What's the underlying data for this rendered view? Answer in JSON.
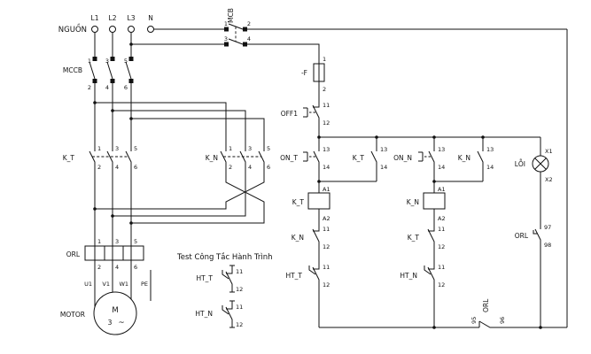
{
  "source": {
    "label": "NGUỒN",
    "l1": "L1",
    "l2": "L2",
    "l3": "L3",
    "n": "N"
  },
  "devices": {
    "mcb": "MCB",
    "mccb": "MCCB",
    "fuse": "-F",
    "kt": "K_T",
    "kn": "K_N",
    "orl": "ORL",
    "off1": "OFF1",
    "on_t": "ON_T",
    "on_n": "ON_N",
    "ht_t": "HT_T",
    "ht_n": "HT_N",
    "lamp": "LỖI",
    "motor": "MOTOR",
    "motor_m": "M",
    "motor_phase": "3",
    "motor_tilde": "~",
    "test_title": "Test Công Tắc Hành Trình",
    "u1": "U1",
    "v1": "V1",
    "w1": "W1",
    "pe": "PE"
  },
  "pins": {
    "p1": "1",
    "p2": "2",
    "p3": "3",
    "p4": "4",
    "p5": "5",
    "p6": "6",
    "p11": "11",
    "p12": "12",
    "p13": "13",
    "p14": "14",
    "a1": "A1",
    "a2": "A2",
    "x1": "X1",
    "x2": "X2",
    "p95": "95",
    "p96": "96",
    "p97": "97",
    "p98": "98"
  },
  "colors": {
    "line": "#111111",
    "background": "#ffffff"
  }
}
